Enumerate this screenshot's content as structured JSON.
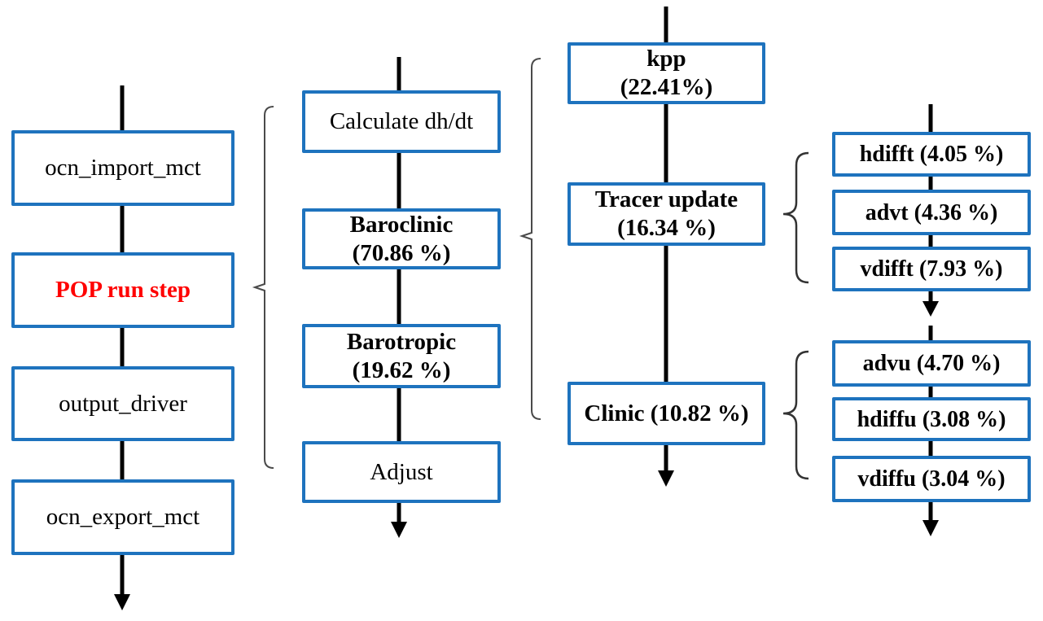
{
  "palette": {
    "box_border_blue": "#1E73BE",
    "text_black": "#000000",
    "highlight_red": "#FF0000",
    "connector_black": "#000000",
    "brace_gray": "#4A4A4A"
  },
  "flow": {
    "driver_sequence": {
      "boxes": [
        {
          "label": "ocn_import_mct"
        },
        {
          "label": "POP run step"
        },
        {
          "label": "output_driver"
        },
        {
          "label": "ocn_export_mct"
        }
      ]
    },
    "pop_run_step_breakdown": {
      "boxes": [
        {
          "label": "Calculate dh/dt"
        },
        {
          "label": "Baroclinic",
          "pct": "(70.86 %)"
        },
        {
          "label": "Barotropic",
          "pct": "(19.62 %)"
        },
        {
          "label": "Adjust"
        }
      ]
    },
    "baroclinic_breakdown": {
      "boxes": [
        {
          "label": "kpp",
          "pct": "(22.41%)"
        },
        {
          "label": "Tracer update",
          "pct": "(16.34 %)"
        },
        {
          "label": "Clinic (10.82 %)"
        }
      ]
    },
    "tracer_update_breakdown": {
      "boxes": [
        {
          "label": "hdifft (4.05 %)"
        },
        {
          "label": "advt (4.36 %)"
        },
        {
          "label": "vdifft (7.93 %)"
        }
      ]
    },
    "clinic_breakdown": {
      "boxes": [
        {
          "label": "advu (4.70 %)"
        },
        {
          "label": "hdiffu (3.08 %)"
        },
        {
          "label": "vdiffu (3.04 %)"
        }
      ]
    }
  }
}
